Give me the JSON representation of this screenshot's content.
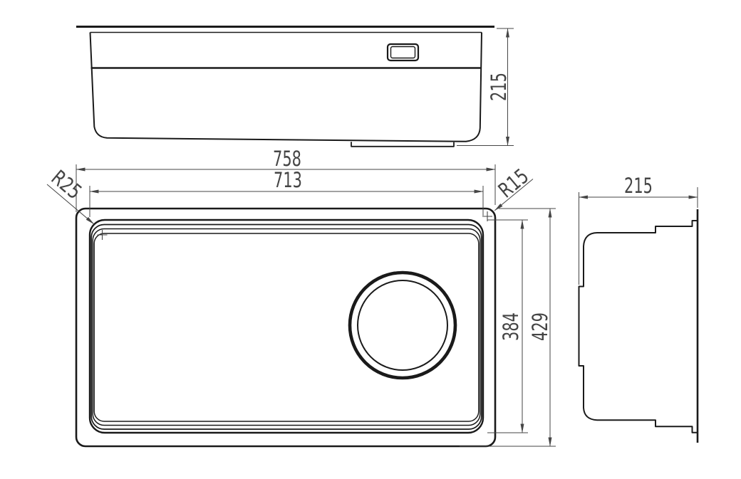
{
  "drawing": {
    "colors": {
      "background": "#ffffff",
      "line": "#1a1a1a",
      "dim": "#454545"
    },
    "front_view": {
      "height": "215"
    },
    "plan_view": {
      "overall_width": "758",
      "bowl_width": "713",
      "bowl_corner_radius": "R25",
      "rim_corner_radius": "R15",
      "bowl_depth": "384",
      "overall_depth": "429"
    },
    "side_view": {
      "depth": "215"
    }
  }
}
